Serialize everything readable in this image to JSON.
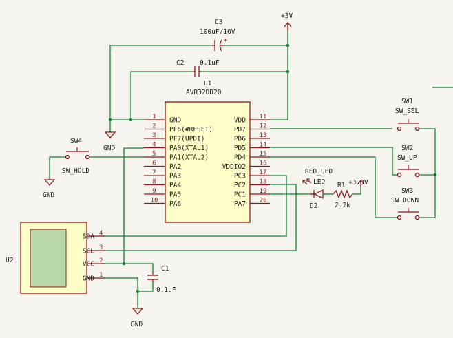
{
  "power": {
    "vcc_top": "+3V",
    "vcc_led": "+3.3V",
    "gnd_u1": "GND",
    "gnd_sw4": "GND",
    "gnd_u2": "GND"
  },
  "c3": {
    "ref": "C3",
    "value": "100uF/16V"
  },
  "c2": {
    "ref": "C2",
    "value": "0.1uF"
  },
  "c1": {
    "ref": "C1",
    "value": "0.1uF"
  },
  "u1": {
    "ref": "U1",
    "part": "AVR32DD20",
    "left_pins": [
      {
        "num": "1",
        "name": "GND"
      },
      {
        "num": "2",
        "name": "PF6(#RESET)"
      },
      {
        "num": "3",
        "name": "PF7(UPDI)"
      },
      {
        "num": "4",
        "name": "PA0(XTAL1)"
      },
      {
        "num": "5",
        "name": "PA1(XTAL2)"
      },
      {
        "num": "6",
        "name": "PA2"
      },
      {
        "num": "7",
        "name": "PA3"
      },
      {
        "num": "8",
        "name": "PA4"
      },
      {
        "num": "9",
        "name": "PA5"
      },
      {
        "num": "10",
        "name": "PA6"
      }
    ],
    "right_pins": [
      {
        "num": "11",
        "name": "VDD"
      },
      {
        "num": "12",
        "name": "PD7"
      },
      {
        "num": "13",
        "name": "PD6"
      },
      {
        "num": "14",
        "name": "PD5"
      },
      {
        "num": "15",
        "name": "PD4"
      },
      {
        "num": "16",
        "name": "VDDIO2"
      },
      {
        "num": "17",
        "name": "PC3"
      },
      {
        "num": "18",
        "name": "PC2"
      },
      {
        "num": "19",
        "name": "PC1"
      },
      {
        "num": "20",
        "name": "PA7"
      }
    ]
  },
  "u2": {
    "ref": "U2",
    "pins": [
      {
        "num": "4",
        "name": "SDA"
      },
      {
        "num": "3",
        "name": "SCL"
      },
      {
        "num": "2",
        "name": "VCC"
      },
      {
        "num": "1",
        "name": "GND"
      }
    ]
  },
  "sw1": {
    "ref": "SW1",
    "value": "SW_SEL"
  },
  "sw2": {
    "ref": "SW2",
    "value": "SW_UP"
  },
  "sw3": {
    "ref": "SW3",
    "value": "SW_DOWN"
  },
  "sw4": {
    "ref": "SW4",
    "value": "SW_HOLD"
  },
  "d2": {
    "ref": "D2",
    "value": "LED",
    "net": "RED_LED"
  },
  "r1": {
    "ref": "R1",
    "value": "2.2k"
  }
}
